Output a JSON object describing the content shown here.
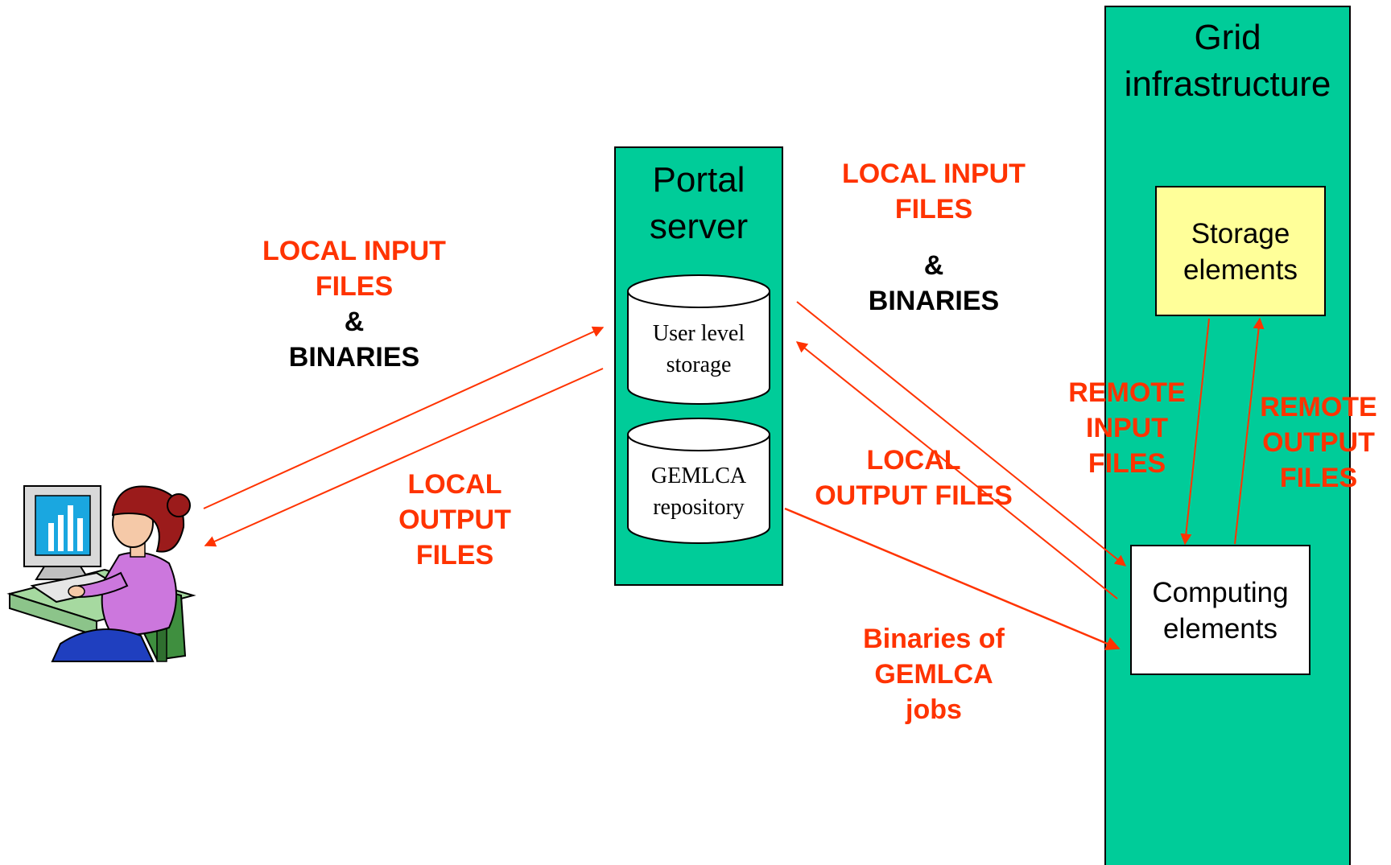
{
  "colors": {
    "panel": "#00cc99",
    "storage_fill": "#ffff99",
    "arrow": "#ff3300",
    "label_red": "#ff3300"
  },
  "icons": {
    "user": "user-at-computer-icon"
  },
  "grid": {
    "title_line1": "Grid",
    "title_line2": "infrastructure",
    "storage_line1": "Storage",
    "storage_line2": "elements",
    "computing_line1": "Computing",
    "computing_line2": "elements"
  },
  "portal": {
    "title_line1": "Portal",
    "title_line2": "server",
    "user_storage_line1": "User level",
    "user_storage_line2": "storage",
    "repository_line1": "GEMLCA",
    "repository_line2": "repository"
  },
  "labels": {
    "left_input_line1": "LOCAL INPUT",
    "left_input_line2": "FILES",
    "left_amp": "&",
    "left_binaries": "BINARIES",
    "left_output_line1": "LOCAL",
    "left_output_line2": "OUTPUT",
    "left_output_line3": "FILES",
    "right_input_line1": "LOCAL INPUT",
    "right_input_line2": "FILES",
    "right_amp": "&",
    "right_binaries": "BINARIES",
    "right_output_line1": "LOCAL",
    "right_output_line2": "OUTPUT FILES",
    "binaries_line1": "Binaries of",
    "binaries_line2": "GEMLCA",
    "binaries_line3": "jobs",
    "remote_input_line1": "REMOTE",
    "remote_input_line2": "INPUT",
    "remote_input_line3": "FILES",
    "remote_output_line1": "REMOTE",
    "remote_output_line2": "OUTPUT",
    "remote_output_line3": "FILES"
  }
}
